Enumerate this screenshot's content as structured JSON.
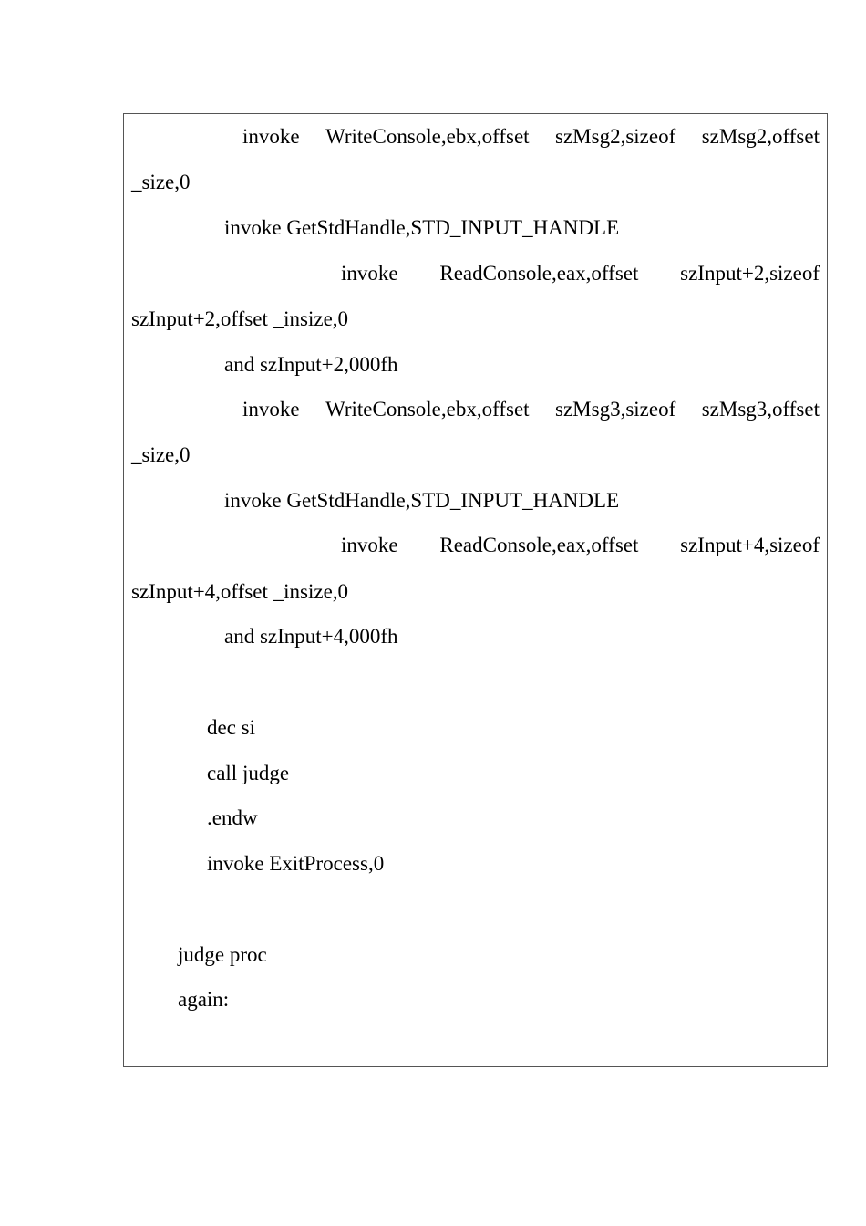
{
  "code_lines": {
    "l1a": [
      "invoke",
      "WriteConsole,ebx,offset",
      "szMsg2,sizeof",
      "szMsg2,offset"
    ],
    "l1b": "_size,0",
    "l2": "invoke GetStdHandle,STD_INPUT_HANDLE",
    "l3a": [
      "invoke",
      "ReadConsole,eax,offset",
      "szInput+2,sizeof"
    ],
    "l3b": "szInput+2,offset _insize,0",
    "l4": "and szInput+2,000fh",
    "l5a": [
      "invoke",
      "WriteConsole,ebx,offset",
      "szMsg3,sizeof",
      "szMsg3,offset"
    ],
    "l5b": "_size,0",
    "l6": "invoke GetStdHandle,STD_INPUT_HANDLE",
    "l7a": [
      "invoke",
      "ReadConsole,eax,offset",
      "szInput+4,sizeof"
    ],
    "l7b": "szInput+4,offset _insize,0",
    "l8": "and szInput+4,000fh",
    "l9": "dec si",
    "l10": "call judge",
    "l11": ".endw",
    "l12": "invoke ExitProcess,0",
    "l13": "judge proc",
    "l14": "again:"
  }
}
